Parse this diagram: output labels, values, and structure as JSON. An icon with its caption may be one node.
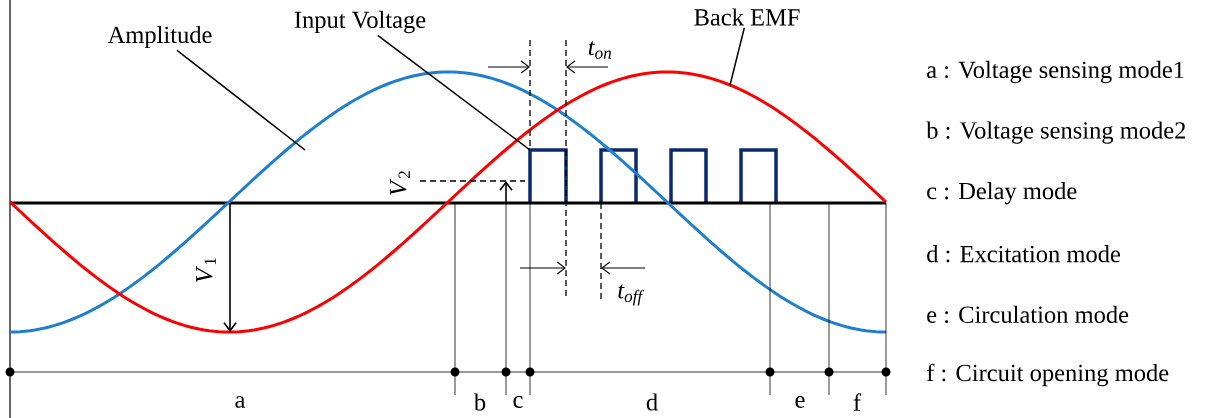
{
  "diagram": {
    "nodes": [
      {
        "text": [
          "Amplitude"
        ]
      },
      {
        "text": [
          "Input Voltage"
        ]
      },
      {
        "text": [
          "Back EMF"
        ]
      },
      {
        "text": [],
        "shape": "picture"
      }
    ],
    "edges": [
      {
        "from": 0,
        "to": null,
        "arrow": "none"
      },
      {
        "from": 1,
        "to": 3,
        "arrow": "none"
      },
      {
        "from": 2,
        "to": null,
        "arrow": "none"
      }
    ],
    "labels": [
      "t$_{on}$",
      "*V*$_{2}$",
      "*V*$_{1}$",
      "t$_{off}$",
      "a",
      "b",
      "c",
      "d",
      "e",
      "f",
      "a : Voltage sensing mode1",
      "b : Voltage sensing mode2",
      "c : Delay mode",
      "d : Excitation mode",
      "e : Circulation mode",
      "f : Circuit opening mode"
    ]
  }
}
